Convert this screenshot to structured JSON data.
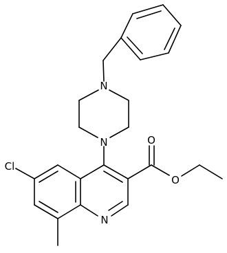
{
  "structure": {
    "atoms": {
      "n_piperazine_top": "N",
      "n_piperazine_bottom": "N",
      "n_quinoline": "N",
      "chloro": "Cl",
      "o_carbonyl": "O",
      "o_ester": "O"
    }
  },
  "colors": {
    "bond": "#000000",
    "background": "#ffffff"
  }
}
